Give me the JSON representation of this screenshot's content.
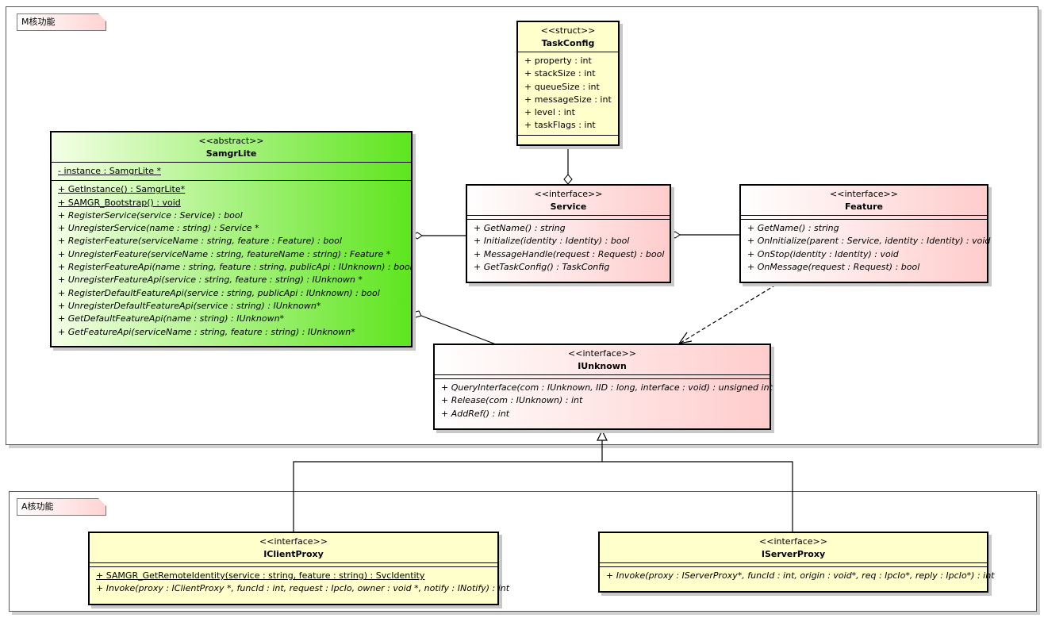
{
  "packages": {
    "m": {
      "label": "M核功能"
    },
    "a": {
      "label": "A核功能"
    }
  },
  "classes": {
    "taskconfig": {
      "stereotype": "<<struct>>",
      "name": "TaskConfig",
      "attributes": [
        "+ property : int",
        "+ stackSize : int",
        "+ queueSize : int",
        "+ messageSize : int",
        "+ level : int",
        "+ taskFlags : int"
      ]
    },
    "samgrlite": {
      "stereotype": "<<abstract>>",
      "name": "SamgrLite",
      "attributes": [
        "- instance : SamgrLite *"
      ],
      "operations": [
        "+ GetInstance() : SamgrLite*",
        "+ SAMGR_Bootstrap() : void",
        "+ RegisterService(service : Service) : bool",
        "+ UnregisterService(name : string) : Service *",
        "+ RegisterFeature(serviceName : string, feature : Feature) : bool",
        "+ UnregisterFeature(serviceName : string, featureName : string) : Feature *",
        "+ RegisterFeatureApi(name : string, feature : string, publicApi : IUnknown) : bool",
        "+ UnregisterFeatureApi(service : string, feature : string) : IUnknown *",
        "+ RegisterDefaultFeatureApi(service : string, publicApi : IUnknown) : bool",
        "+ UnregisterDefaultFeatureApi(service : string) : IUnknown*",
        "+ GetDefaultFeatureApi(name : string) : IUnknown*",
        "+ GetFeatureApi(serviceName : string, feature : string) : IUnknown*"
      ]
    },
    "service": {
      "stereotype": "<<interface>>",
      "name": "Service",
      "operations": [
        "+ GetName() : string",
        "+ Initialize(identity : Identity) : bool",
        "+ MessageHandle(request : Request) : bool",
        "+ GetTaskConfig() : TaskConfig"
      ]
    },
    "feature": {
      "stereotype": "<<interface>>",
      "name": "Feature",
      "operations": [
        "+ GetName() : string",
        "+ OnInitialize(parent : Service, identity : Identity) : void",
        "+ OnStop(identity : Identity) : void",
        "+ OnMessage(request : Request) : bool"
      ]
    },
    "iunknown": {
      "stereotype": "<<interface>>",
      "name": "IUnknown",
      "operations": [
        "+ QueryInterface(com : IUnknown, IID : long, interface : void) : unsigned int",
        "+ Release(com : IUnknown) : int",
        "+ AddRef() : int"
      ]
    },
    "iclientproxy": {
      "stereotype": "<<interface>>",
      "name": "IClientProxy",
      "operations": [
        "+ SAMGR_GetRemoteIdentity(service : string, feature : string) : SvcIdentity",
        "+ Invoke(proxy : IClientProxy *, funcId : int, request : IpcIo, owner : void *, notify : INotify) : int"
      ]
    },
    "iserverproxy": {
      "stereotype": "<<interface>>",
      "name": "IServerProxy",
      "operations": [
        "+ Invoke(proxy : IServerProxy*, funcId : int, origin : void*, req : IpcIo*, reply : IpcIo*) : int"
      ]
    }
  }
}
